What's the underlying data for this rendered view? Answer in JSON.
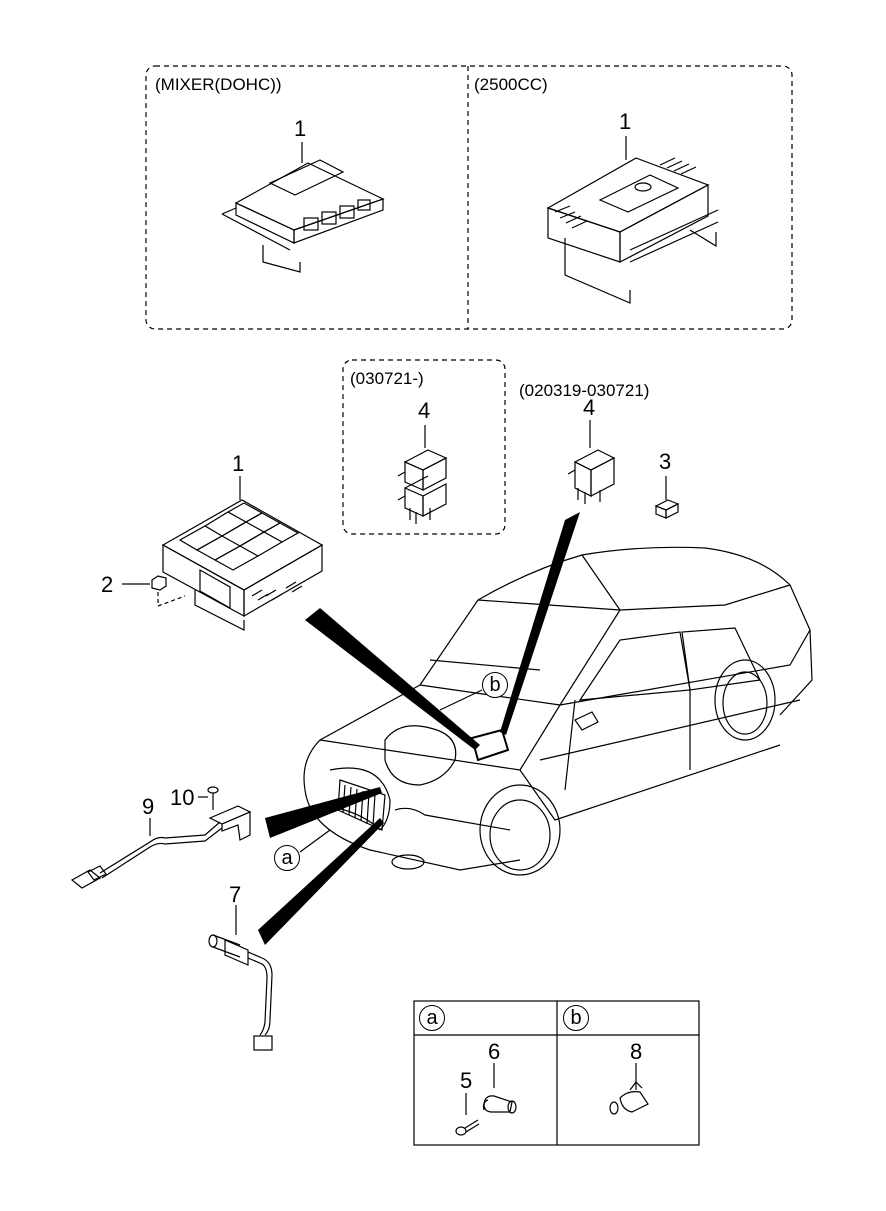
{
  "panels": {
    "top_left_title": "(MIXER(DOHC))",
    "top_right_title": "(2500CC)",
    "relay_box_title": "(030721-)",
    "relay_range_title": "(020319-030721)"
  },
  "callouts": {
    "ecu_mixer": "1",
    "ecu_2500": "1",
    "ecu_main": "1",
    "nut": "2",
    "relay_small": "3",
    "relay_new": "4",
    "relay_old": "4",
    "bolt_mount": "10",
    "harness": "9",
    "sensor_front": "7",
    "bolt_small": "5",
    "sensor_a": "6",
    "sensor_b": "8"
  },
  "location_markers": {
    "a": "a",
    "b": "b"
  },
  "detail_table": {
    "col_a": "a",
    "col_b": "b"
  }
}
